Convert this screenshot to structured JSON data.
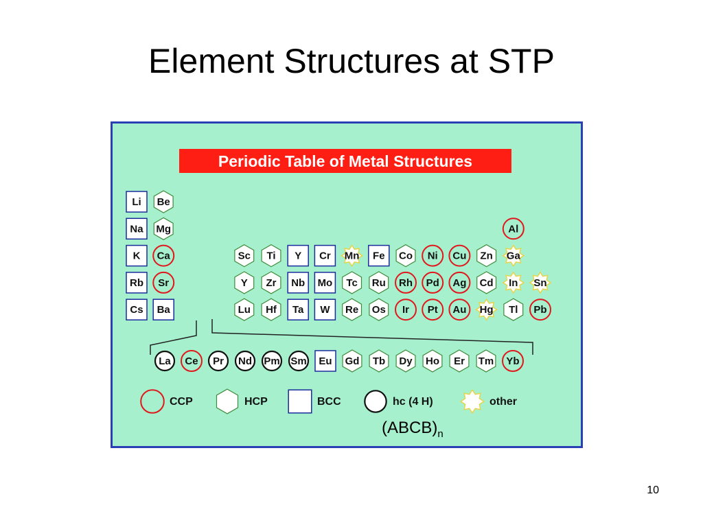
{
  "slide": {
    "title": "Element Structures at STP",
    "page_number": "10",
    "caption_main": "(ABCB)",
    "caption_sub": "n"
  },
  "figure": {
    "banner": "Periodic Table of Metal Structures",
    "colors": {
      "background": "#a6f0ce",
      "border": "#2a3fb3",
      "banner": "#ff1e14",
      "ccp": "#e0181c",
      "hcp": "#3e8a3a",
      "bcc": "#1a2c9c",
      "hc4h": "#111111",
      "other": "#e8d44a"
    },
    "structures": {
      "ccp": "CCP",
      "hcp": "HCP",
      "bcc": "BCC",
      "hc4h": "hc (4 H)",
      "other": "other"
    },
    "legend_order": [
      "ccp",
      "hcp",
      "bcc",
      "hc4h",
      "other"
    ],
    "elements": [
      {
        "symbol": "Li",
        "structure": "bcc",
        "col": 0,
        "row": 0
      },
      {
        "symbol": "Be",
        "structure": "hcp",
        "col": 1,
        "row": 0
      },
      {
        "symbol": "Na",
        "structure": "bcc",
        "col": 0,
        "row": 1
      },
      {
        "symbol": "Mg",
        "structure": "hcp",
        "col": 1,
        "row": 1
      },
      {
        "symbol": "Al",
        "structure": "ccp",
        "col": 14,
        "row": 1
      },
      {
        "symbol": "K",
        "structure": "bcc",
        "col": 0,
        "row": 2
      },
      {
        "symbol": "Ca",
        "structure": "ccp",
        "col": 1,
        "row": 2
      },
      {
        "symbol": "Sc",
        "structure": "hcp",
        "col": 4,
        "row": 2
      },
      {
        "symbol": "Ti",
        "structure": "hcp",
        "col": 5,
        "row": 2
      },
      {
        "symbol": "Y",
        "structure": "bcc",
        "col": 6,
        "row": 2
      },
      {
        "symbol": "Cr",
        "structure": "bcc",
        "col": 7,
        "row": 2
      },
      {
        "symbol": "Mn",
        "structure": "other",
        "col": 8,
        "row": 2
      },
      {
        "symbol": "Fe",
        "structure": "bcc",
        "col": 9,
        "row": 2
      },
      {
        "symbol": "Co",
        "structure": "hcp",
        "col": 10,
        "row": 2
      },
      {
        "symbol": "Ni",
        "structure": "ccp",
        "col": 11,
        "row": 2
      },
      {
        "symbol": "Cu",
        "structure": "ccp",
        "col": 12,
        "row": 2
      },
      {
        "symbol": "Zn",
        "structure": "hcp",
        "col": 13,
        "row": 2
      },
      {
        "symbol": "Ga",
        "structure": "other",
        "col": 14,
        "row": 2
      },
      {
        "symbol": "Rb",
        "structure": "bcc",
        "col": 0,
        "row": 3
      },
      {
        "symbol": "Sr",
        "structure": "ccp",
        "col": 1,
        "row": 3
      },
      {
        "symbol": "Y",
        "structure": "hcp",
        "col": 4,
        "row": 3
      },
      {
        "symbol": "Zr",
        "structure": "hcp",
        "col": 5,
        "row": 3
      },
      {
        "symbol": "Nb",
        "structure": "bcc",
        "col": 6,
        "row": 3
      },
      {
        "symbol": "Mo",
        "structure": "bcc",
        "col": 7,
        "row": 3
      },
      {
        "symbol": "Tc",
        "structure": "hcp",
        "col": 8,
        "row": 3
      },
      {
        "symbol": "Ru",
        "structure": "hcp",
        "col": 9,
        "row": 3
      },
      {
        "symbol": "Rh",
        "structure": "ccp",
        "col": 10,
        "row": 3
      },
      {
        "symbol": "Pd",
        "structure": "ccp",
        "col": 11,
        "row": 3
      },
      {
        "symbol": "Ag",
        "structure": "ccp",
        "col": 12,
        "row": 3
      },
      {
        "symbol": "Cd",
        "structure": "hcp",
        "col": 13,
        "row": 3
      },
      {
        "symbol": "In",
        "structure": "other",
        "col": 14,
        "row": 3
      },
      {
        "symbol": "Sn",
        "structure": "other",
        "col": 15,
        "row": 3
      },
      {
        "symbol": "Cs",
        "structure": "bcc",
        "col": 0,
        "row": 4
      },
      {
        "symbol": "Ba",
        "structure": "bcc",
        "col": 1,
        "row": 4
      },
      {
        "symbol": "Lu",
        "structure": "hcp",
        "col": 4,
        "row": 4
      },
      {
        "symbol": "Hf",
        "structure": "hcp",
        "col": 5,
        "row": 4
      },
      {
        "symbol": "Ta",
        "structure": "bcc",
        "col": 6,
        "row": 4
      },
      {
        "symbol": "W",
        "structure": "bcc",
        "col": 7,
        "row": 4
      },
      {
        "symbol": "Re",
        "structure": "hcp",
        "col": 8,
        "row": 4
      },
      {
        "symbol": "Os",
        "structure": "hcp",
        "col": 9,
        "row": 4
      },
      {
        "symbol": "Ir",
        "structure": "ccp",
        "col": 10,
        "row": 4
      },
      {
        "symbol": "Pt",
        "structure": "ccp",
        "col": 11,
        "row": 4
      },
      {
        "symbol": "Au",
        "structure": "ccp",
        "col": 12,
        "row": 4
      },
      {
        "symbol": "Hg",
        "structure": "other",
        "col": 13,
        "row": 4
      },
      {
        "symbol": "Tl",
        "structure": "hcp",
        "col": 14,
        "row": 4
      },
      {
        "symbol": "Pb",
        "structure": "ccp",
        "col": 15,
        "row": 4
      },
      {
        "symbol": "La",
        "structure": "hc4h",
        "col": 0,
        "row": 6
      },
      {
        "symbol": "Ce",
        "structure": "ccp",
        "col": 1,
        "row": 6
      },
      {
        "symbol": "Pr",
        "structure": "hc4h",
        "col": 2,
        "row": 6
      },
      {
        "symbol": "Nd",
        "structure": "hc4h",
        "col": 3,
        "row": 6
      },
      {
        "symbol": "Pm",
        "structure": "hc4h",
        "col": 4,
        "row": 6
      },
      {
        "symbol": "Sm",
        "structure": "hc4h",
        "col": 5,
        "row": 6
      },
      {
        "symbol": "Eu",
        "structure": "bcc",
        "col": 6,
        "row": 6
      },
      {
        "symbol": "Gd",
        "structure": "hcp",
        "col": 7,
        "row": 6
      },
      {
        "symbol": "Tb",
        "structure": "hcp",
        "col": 8,
        "row": 6
      },
      {
        "symbol": "Dy",
        "structure": "hcp",
        "col": 9,
        "row": 6
      },
      {
        "symbol": "Ho",
        "structure": "hcp",
        "col": 10,
        "row": 6
      },
      {
        "symbol": "Er",
        "structure": "hcp",
        "col": 11,
        "row": 6
      },
      {
        "symbol": "Tm",
        "structure": "hcp",
        "col": 12,
        "row": 6
      },
      {
        "symbol": "Yb",
        "structure": "ccp",
        "col": 13,
        "row": 6
      }
    ]
  }
}
